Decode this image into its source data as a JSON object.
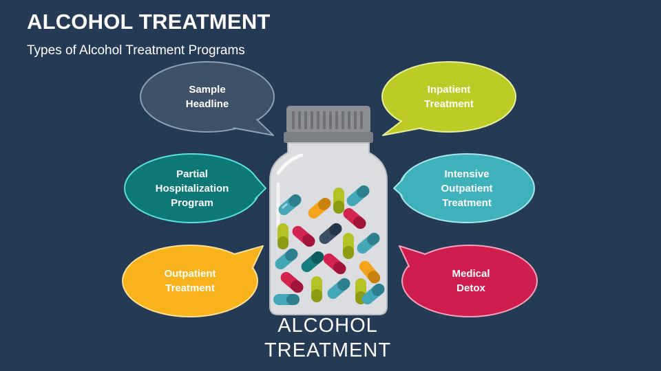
{
  "header": {
    "title": "ALCOHOL TREATMENT",
    "subtitle": "Types of Alcohol Treatment Programs"
  },
  "center": {
    "caption_line1": "ALCOHOL",
    "caption_line2": "TREATMENT"
  },
  "bubbles": [
    {
      "id": "sample-headline",
      "lines": [
        "Sample",
        "Headline"
      ],
      "color": "#3f5168",
      "border": "#8ea0b6"
    },
    {
      "id": "inpatient-treatment",
      "lines": [
        "Inpatient",
        "Treatment"
      ],
      "color": "#bccb26",
      "border": "#e7ef9e"
    },
    {
      "id": "partial-hospitalization-program",
      "lines": [
        "Partial",
        "Hospitalization",
        "Program"
      ],
      "color": "#0e7876",
      "border": "#57e2df"
    },
    {
      "id": "intensive-outpatient-treatment",
      "lines": [
        "Intensive",
        "Outpatient",
        "Treatment"
      ],
      "color": "#3fb1bb",
      "border": "#a6e6ec"
    },
    {
      "id": "outpatient-treatment",
      "lines": [
        "Outpatient",
        "Treatment"
      ],
      "color": "#f8b21b",
      "border": "#fde09a"
    },
    {
      "id": "medical-detox",
      "lines": [
        "Medical",
        "Detox"
      ],
      "color": "#cf1e4e",
      "border": "#f3a4bd"
    }
  ],
  "pill_colors": {
    "teal": "#44a7b8",
    "lime": "#b4c224",
    "orange": "#f3a41c",
    "crimson": "#d2244f",
    "navy": "#3a4d63",
    "darkteal": "#167c80"
  }
}
